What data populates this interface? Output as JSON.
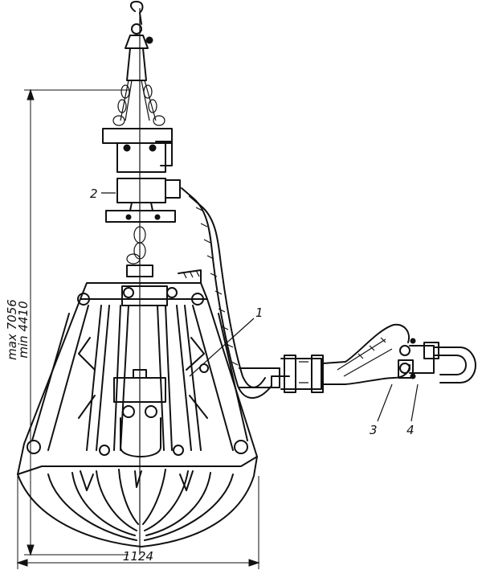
{
  "dimensions": {
    "width_label": "1124",
    "height_max_label": "max 7056",
    "height_min_label": "min 4410"
  },
  "callouts": [
    {
      "label": "1"
    },
    {
      "label": "2"
    },
    {
      "label": "3"
    },
    {
      "label": "4"
    }
  ]
}
